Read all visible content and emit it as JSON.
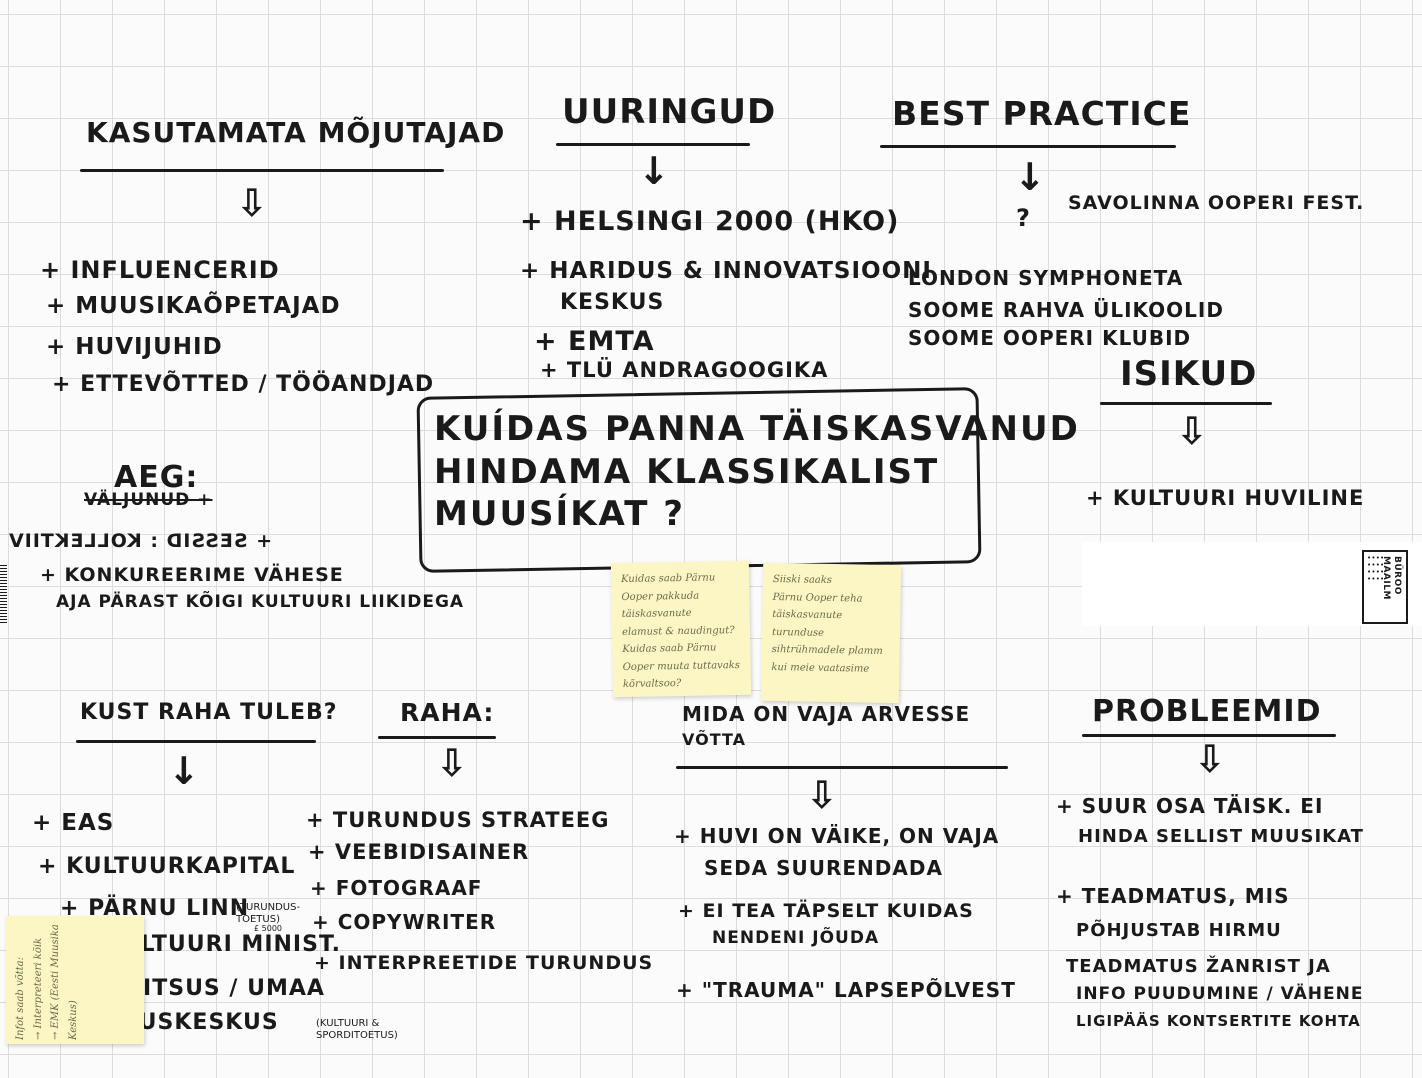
{
  "center": {
    "line1": "KUÍDAS PANNA TÄISKASVANUD",
    "line2": "HINDAMA KLASSIKALIST",
    "line3": "MUUSÍKAT ?"
  },
  "kasutamata": {
    "title": "KASUTAMATA MÕJUTAJAD",
    "items": [
      "+ INFLUENCERID",
      "+ MUUSIKAÕPETAJAD",
      "+ HUVIJUHID",
      "+ ETTEVÕTTED / TÖÖANDJAD"
    ]
  },
  "uuringud": {
    "title": "UURINGUD",
    "items": [
      "+ HELSINGI 2000 (HKO)",
      "+ HARIDUS & INNOVATSIOONI",
      "KESKUS",
      "+ EMTA",
      "+ TLÜ ANDRAGOOGIKA"
    ]
  },
  "best_practice": {
    "title": "BEST PRACTICE",
    "question": "?",
    "items": [
      "SAVOLINNA OOPERI FEST.",
      "LONDON SYMPHONETA",
      "SOOME RAHVA ÜLIKOOLID",
      "SOOME OOPERI KLUBID"
    ]
  },
  "isikud": {
    "title": "ISIKUD",
    "items": [
      "+ KULTUURI HUVILINE"
    ]
  },
  "aeg": {
    "title": "AEG:",
    "struck": "VÄLJUNUD +",
    "mirrored": "+ SESSID : KOLLEKTIIV",
    "items": [
      "+ KONKUREERIME VÄHESE",
      "AJA PÄRAST KÕIGI KULTUURI LIIKIDEGA"
    ]
  },
  "kust_raha": {
    "title": "KUST RAHA TULEB?",
    "items": [
      "+ EAS",
      "+ KULTUURKAPITAL",
      "+ PÄRNU LINN",
      "KULTUURI MINIST.",
      "MAAVALITSUS / UMAA",
      "ARENDUSKESKUS"
    ],
    "note_turundus": "(TURUNDUS-TOETUS)",
    "note_amount": "£ 5000",
    "note_kultuuri": "(KULTUURI & SPORDITOETUS)"
  },
  "raha": {
    "title": "RAHA:",
    "items": [
      "+ TURUNDUS STRATEEG",
      "+ VEEBIDISAINER",
      "+ FOTOGRAAF",
      "+ COPYWRITER",
      "+ INTERPREETIDE TURUNDUS"
    ]
  },
  "mida_vaja": {
    "title": "MIDA ON VAJA ARVESSE",
    "title2": "VÕTTA",
    "items": [
      "+ HUVI ON VÄIKE, ON VAJA",
      "SEDA SUURENDADA",
      "+ EI TEA TÄPSELT KUIDAS",
      "NENDENI JÕUDA",
      "+ \"TRAUMA\" LAPSEPÕLVEST"
    ]
  },
  "probleemid": {
    "title": "PROBLEEMID",
    "items": [
      "+ SUUR OSA TÄISK. EI",
      "HINDA SELLIST MUUSIKAT",
      "+ TEADMATUS, MIS",
      "PÕHJUSTAB HIRMU",
      "TEADMATUS ŽANRIST JA",
      "INFO PUUDUMINE / VÄHENE",
      "LIGIPÄÄS KONTSERTITE KOHTA"
    ]
  },
  "notes": {
    "note1": [
      "Kuidas saab Pärnu",
      "Ooper pakkuda",
      "täiskasvanute",
      "elamust & naudingut?",
      "Kuidas saab Pärnu",
      "Ooper muuta tuttavaks",
      "kõrvaltsoo?"
    ],
    "note2": [
      "Siiski saaks",
      "Pärnu Ooper teha",
      "täiskasvanute turunduse",
      "sihtrühmadele plamm",
      "kui meie vaatasime"
    ],
    "note3": [
      "Infot saab võtta:",
      "→ Interpreteeri kõik",
      "→ EMK (Eesti Muusika",
      "Keskus)"
    ]
  },
  "logo": {
    "dots": "• • • • • • • • • • • • • • • •",
    "line1": "BÜROO",
    "line2": "MAAILM"
  }
}
